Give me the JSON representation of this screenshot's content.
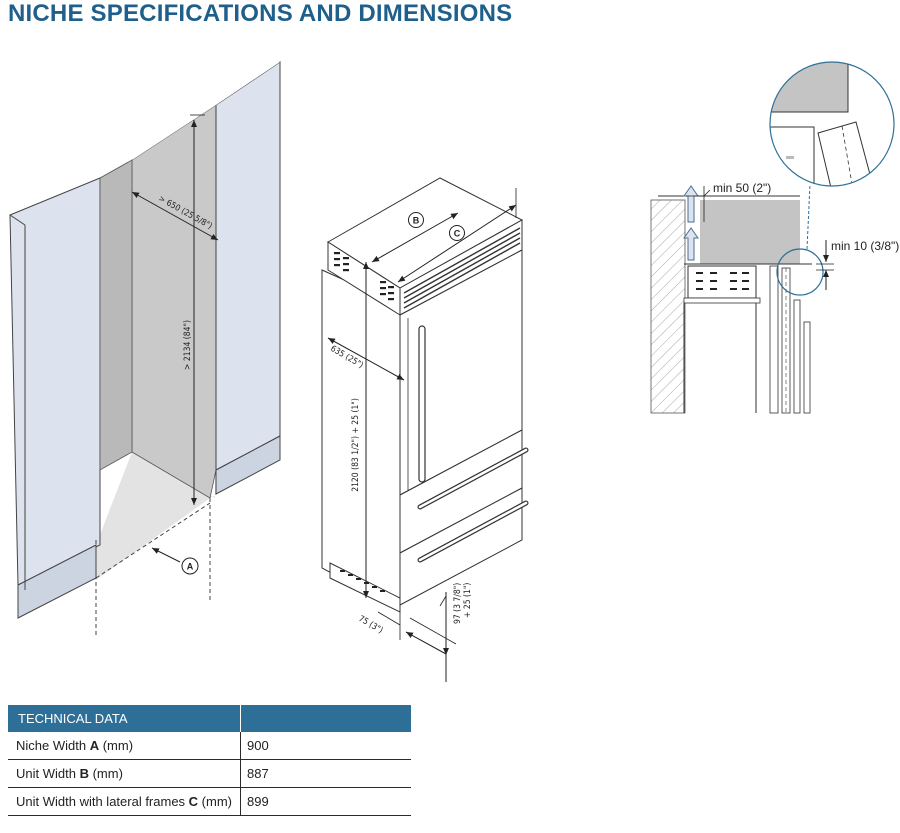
{
  "title": "NICHE SPECIFICATIONS AND DIMENSIONS",
  "niche_diagram": {
    "depth_label": "> 650 (25 5/8\")",
    "height_label": "> 2134 (84\")",
    "width_marker": "A"
  },
  "unit_diagram": {
    "marker_b": "B",
    "marker_c": "C",
    "depth_label": "635 (25\")",
    "height_label": "2120 (83 1/2\") + 25 (1\")",
    "base_label": "75 (3\")",
    "plinth_label_1": "97 (3 7/8\")",
    "plinth_label_2": "+ 25 (1\")"
  },
  "detail_diagram": {
    "top_gap_label": "min 50 (2\")",
    "side_gap_label": "min 10 (3/8\")"
  },
  "table": {
    "header_label": "TECHNICAL DATA",
    "header_value": "",
    "rows": [
      {
        "label_pre": "Niche Width ",
        "letter": "A",
        "label_post": " (mm)",
        "value": "900"
      },
      {
        "label_pre": "Unit Width ",
        "letter": "B",
        "label_post": " (mm)",
        "value": "887"
      },
      {
        "label_pre": "Unit Width with lateral frames ",
        "letter": "C",
        "label_post": " (mm)",
        "value": "899"
      }
    ]
  },
  "colors": {
    "title": "#1f5f8b",
    "table_header": "#2e6f98",
    "panel": "#dde3ee",
    "niche_back": "#cbcbcb",
    "floor": "#e6e6e6"
  }
}
